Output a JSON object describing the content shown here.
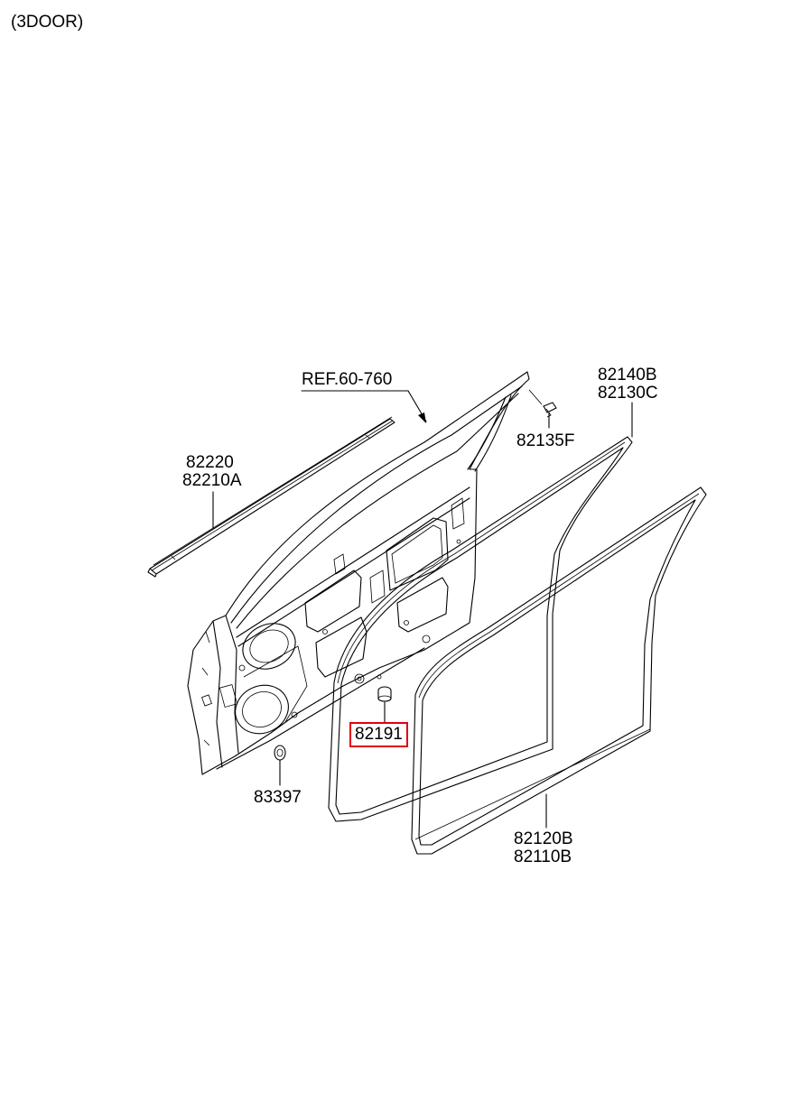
{
  "header": {
    "variant": "(3DOOR)"
  },
  "callouts": [
    {
      "id": "ref",
      "text": "REF.60-760"
    },
    {
      "id": "p82140b",
      "text": "82140B"
    },
    {
      "id": "p82130c",
      "text": "82130C"
    },
    {
      "id": "p82135f",
      "text": "82135F"
    },
    {
      "id": "p82220",
      "text": "82220"
    },
    {
      "id": "p82210a",
      "text": "82210A"
    },
    {
      "id": "p82191",
      "text": "82191",
      "highlight_color": "#e0000f"
    },
    {
      "id": "p83397",
      "text": "83397"
    },
    {
      "id": "p82120b",
      "text": "82120B"
    },
    {
      "id": "p82110b",
      "text": "82110B"
    }
  ]
}
